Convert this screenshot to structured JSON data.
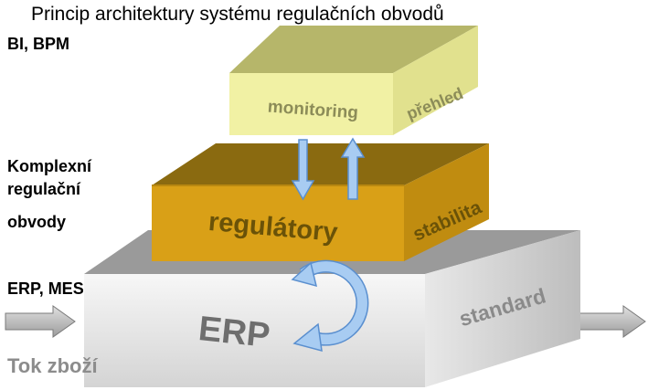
{
  "title": "Princip architektury systému regulačních obvodů",
  "side_labels": {
    "bi_bpm": "BI, BPM",
    "komplexni_1": "Komplexní",
    "komplexni_2": "regulační",
    "komplexni_3": "obvody",
    "erp_mes": "ERP, MES",
    "tok_zbozi": "Tok zboží"
  },
  "layers": {
    "top": {
      "front": "monitoring",
      "side": "přehled"
    },
    "middle": {
      "front": "regulátory",
      "side": "stabilita"
    },
    "bottom": {
      "front": "ERP",
      "side": "standard"
    }
  },
  "colors": {
    "top_face": "#b6b66a",
    "top_front": "#f1f1a4",
    "top_side": "#e1e18e",
    "middle_face": "#8a6a10",
    "middle_front": "#d9a017",
    "middle_side": "#c08c10",
    "bottom_face": "#9a9a9a",
    "bottom_front": "#ededed",
    "bottom_side": "#d6d6d6",
    "arrow_blue": "#a8ccf2",
    "arrow_blue_stroke": "#5a8fcf",
    "flow_arrow": "#c4c4c4"
  }
}
